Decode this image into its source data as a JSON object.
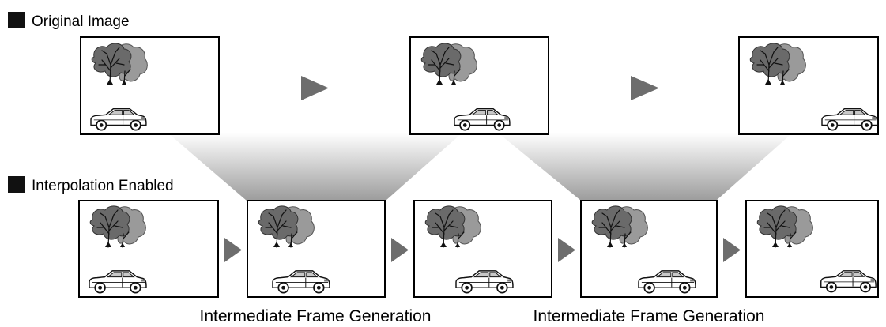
{
  "legend": {
    "original": "Original Image",
    "interpolated": "Interpolation Enabled"
  },
  "captions": [
    "Intermediate Frame Generation",
    "Intermediate Frame Generation"
  ],
  "frames": {
    "original": [
      {
        "car_position": "left"
      },
      {
        "car_position": "center"
      },
      {
        "car_position": "right"
      }
    ],
    "interpolated": [
      {
        "car_position": "left",
        "generated": false
      },
      {
        "car_position": "left-center",
        "generated": true
      },
      {
        "car_position": "center",
        "generated": false
      },
      {
        "car_position": "right-center",
        "generated": true
      },
      {
        "car_position": "right",
        "generated": false
      }
    ]
  },
  "colors": {
    "legend_square": "#111111",
    "arrow": "#6d6d6d",
    "funnel_top": "#ffffff",
    "funnel_bottom": "#a0a0a0",
    "tree": "#555555"
  },
  "icons": [
    "tree-icon",
    "car-icon",
    "play-arrow-icon"
  ]
}
